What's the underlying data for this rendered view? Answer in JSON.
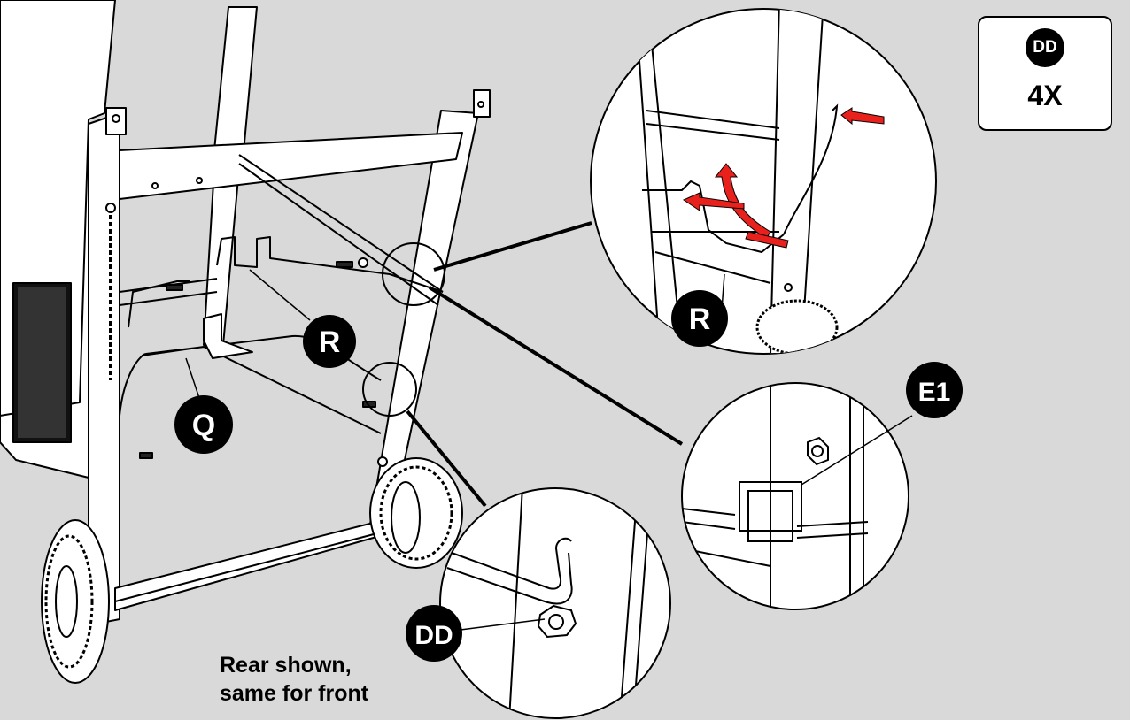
{
  "parts": {
    "badge": "DD",
    "quantity": "4X"
  },
  "callouts": {
    "r_main": "R",
    "q_main": "Q",
    "r_detail": "R",
    "e1_detail": "E1",
    "dd_detail": "DD"
  },
  "caption": {
    "line1": "Rear shown,",
    "line2": "same for front"
  },
  "colors": {
    "background": "#d9d9d9",
    "arrow": "#e8211c",
    "line": "#000000"
  }
}
